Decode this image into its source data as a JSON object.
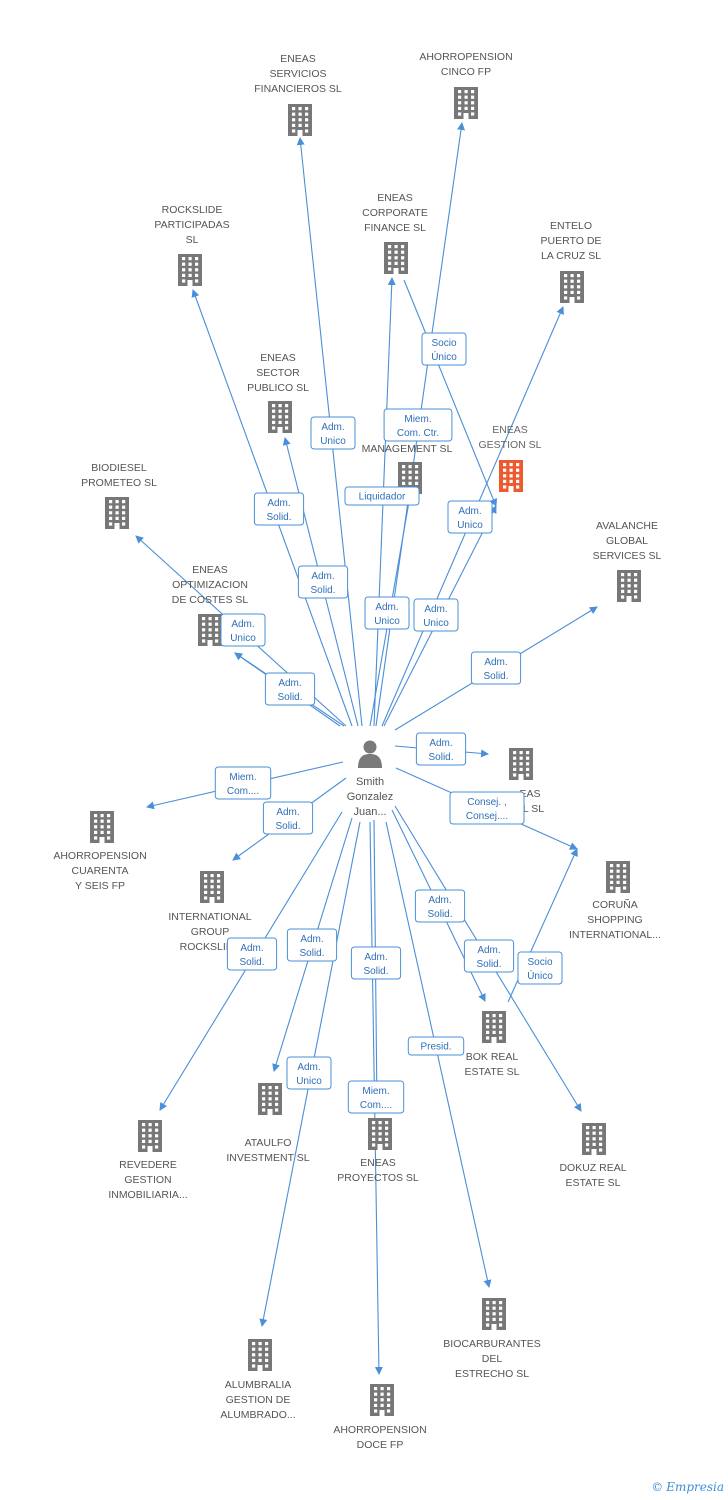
{
  "center": {
    "label": [
      "Smith",
      "Gonzalez",
      "Juan..."
    ],
    "icon": "person-icon"
  },
  "colors": {
    "edge": "#4a8fd8",
    "building": "#777777",
    "highlight": "#ee5a2f"
  },
  "nodes": [
    {
      "id": "eneas-servicios",
      "label": [
        "ENEAS",
        "SERVICIOS",
        "FINANCIEROS SL"
      ],
      "icon": "building-icon"
    },
    {
      "id": "ahorropension-cinco",
      "label": [
        "AHORROPENSION",
        "CINCO FP"
      ],
      "icon": "building-icon"
    },
    {
      "id": "rockslide-participadas",
      "label": [
        "ROCKSLIDE",
        "PARTICIPADAS",
        "SL"
      ],
      "icon": "building-icon"
    },
    {
      "id": "eneas-corporate",
      "label": [
        "ENEAS",
        "CORPORATE",
        "FINANCE SL"
      ],
      "icon": "building-icon"
    },
    {
      "id": "entelo",
      "label": [
        "ENTELO",
        "PUERTO DE",
        "LA CRUZ  SL"
      ],
      "icon": "building-icon"
    },
    {
      "id": "eneas-sector",
      "label": [
        "ENEAS",
        "SECTOR",
        "PUBLICO SL"
      ],
      "icon": "building-icon"
    },
    {
      "id": "eneas-management",
      "label": [
        "MANAGEMENT SL"
      ],
      "icon": "building-icon"
    },
    {
      "id": "eneas-gestion",
      "label": [
        "ENEAS",
        "GESTION SL"
      ],
      "icon": "building-icon",
      "highlight": true
    },
    {
      "id": "biodiesel",
      "label": [
        "BIODIESEL",
        "PROMETEO SL"
      ],
      "icon": "building-icon"
    },
    {
      "id": "avalanche",
      "label": [
        "AVALANCHE",
        "GLOBAL",
        "SERVICES  SL"
      ],
      "icon": "building-icon"
    },
    {
      "id": "eneas-optimizacion",
      "label": [
        "ENEAS",
        "OPTIMIZACION",
        "DE COSTES SL"
      ],
      "icon": "building-icon"
    },
    {
      "id": "eneas-al",
      "label": [
        "EAS",
        "AL  SL"
      ],
      "icon": "building-icon"
    },
    {
      "id": "ahorropension-46",
      "label": [
        "AHORROPENSION",
        "CUARENTA",
        "Y SEIS FP"
      ],
      "icon": "building-icon"
    },
    {
      "id": "coruna",
      "label": [
        "CORUÑA",
        "SHOPPING",
        "INTERNATIONAL..."
      ],
      "icon": "building-icon"
    },
    {
      "id": "intl-group",
      "label": [
        "INTERNATIONAL",
        "GROUP",
        "ROCKSLIDE"
      ],
      "icon": "building-icon"
    },
    {
      "id": "bok",
      "label": [
        "BOK REAL",
        "ESTATE SL"
      ],
      "icon": "building-icon"
    },
    {
      "id": "revedere",
      "label": [
        "REVEDERE",
        "GESTION",
        "INMOBILIARIA..."
      ],
      "icon": "building-icon"
    },
    {
      "id": "ataulfo",
      "label": [
        "ATAULFO",
        "INVESTMENT SL"
      ],
      "icon": "building-icon"
    },
    {
      "id": "eneas-proyectos",
      "label": [
        "ENEAS",
        "PROYECTOS  SL"
      ],
      "icon": "building-icon"
    },
    {
      "id": "dokuz",
      "label": [
        "DOKUZ REAL",
        "ESTATE  SL"
      ],
      "icon": "building-icon"
    },
    {
      "id": "alumbralia",
      "label": [
        "ALUMBRALIA",
        "GESTION DE",
        "ALUMBRADO..."
      ],
      "icon": "building-icon"
    },
    {
      "id": "biocarburantes",
      "label": [
        "BIOCARBURANTES",
        "DEL",
        "ESTRECHO SL"
      ],
      "icon": "building-icon"
    },
    {
      "id": "ahorropension-doce",
      "label": [
        "AHORROPENSION",
        "DOCE FP"
      ],
      "icon": "building-icon"
    }
  ],
  "edges": [
    {
      "from": "center",
      "to": "eneas-servicios",
      "label": [
        "Adm.",
        "Unico"
      ]
    },
    {
      "from": "center",
      "to": "ahorropension-cinco",
      "label": [
        "Miem.",
        "Com. Ctr."
      ]
    },
    {
      "from": "center",
      "to": "rockslide-participadas",
      "label": [
        "Adm.",
        "Solid."
      ]
    },
    {
      "from": "center",
      "to": "eneas-corporate",
      "label": [
        "Adm.",
        "Unico"
      ]
    },
    {
      "from": "eneas-corporate",
      "to": "eneas-gestion",
      "label": [
        "Socio",
        "Único"
      ]
    },
    {
      "from": "center",
      "to": "entelo",
      "label": [
        "Adm.",
        "Unico"
      ]
    },
    {
      "from": "center",
      "to": "eneas-sector",
      "label": [
        "Adm.",
        "Solid."
      ]
    },
    {
      "from": "center",
      "to": "eneas-management",
      "label": [
        "Liquidador"
      ]
    },
    {
      "from": "center",
      "to": "eneas-gestion",
      "label": [
        "Adm.",
        "Unico"
      ]
    },
    {
      "from": "center",
      "to": "biodiesel",
      "label": []
    },
    {
      "from": "center",
      "to": "avalanche",
      "label": [
        "Adm.",
        "Solid."
      ]
    },
    {
      "from": "center",
      "to": "eneas-optimizacion",
      "label": [
        "Adm.",
        "Unico"
      ]
    },
    {
      "from": "center",
      "to": "eneas-optimizacion",
      "label": [
        "Adm.",
        "Solid."
      ]
    },
    {
      "from": "center",
      "to": "eneas-al",
      "label": [
        "Adm.",
        "Solid."
      ]
    },
    {
      "from": "center",
      "to": "ahorropension-46",
      "label": [
        "Miem.",
        "Com...."
      ]
    },
    {
      "from": "center",
      "to": "coruna",
      "label": [
        "Consej. ,",
        "Consej...."
      ]
    },
    {
      "from": "center",
      "to": "intl-group",
      "label": [
        "Adm.",
        "Solid."
      ]
    },
    {
      "from": "center",
      "to": "bok",
      "label": [
        "Adm.",
        "Solid."
      ]
    },
    {
      "from": "bok",
      "to": "coruna",
      "label": [
        "Socio",
        "Único"
      ]
    },
    {
      "from": "center",
      "to": "revedere",
      "label": [
        "Adm.",
        "Solid."
      ]
    },
    {
      "from": "center",
      "to": "ataulfo",
      "label": [
        "Adm.",
        "Solid."
      ]
    },
    {
      "from": "center",
      "to": "eneas-proyectos",
      "label": [
        "Adm.",
        "Solid."
      ]
    },
    {
      "from": "center",
      "to": "dokuz",
      "label": [
        "Adm.",
        "Solid."
      ]
    },
    {
      "from": "center",
      "to": "alumbralia",
      "label": [
        "Adm.",
        "Unico"
      ]
    },
    {
      "from": "center",
      "to": "biocarburantes",
      "label": [
        "Presid."
      ]
    },
    {
      "from": "center",
      "to": "ahorropension-doce",
      "label": [
        "Miem.",
        "Com...."
      ]
    }
  ],
  "footer": {
    "copyright": "©",
    "brand": "Empresia"
  }
}
